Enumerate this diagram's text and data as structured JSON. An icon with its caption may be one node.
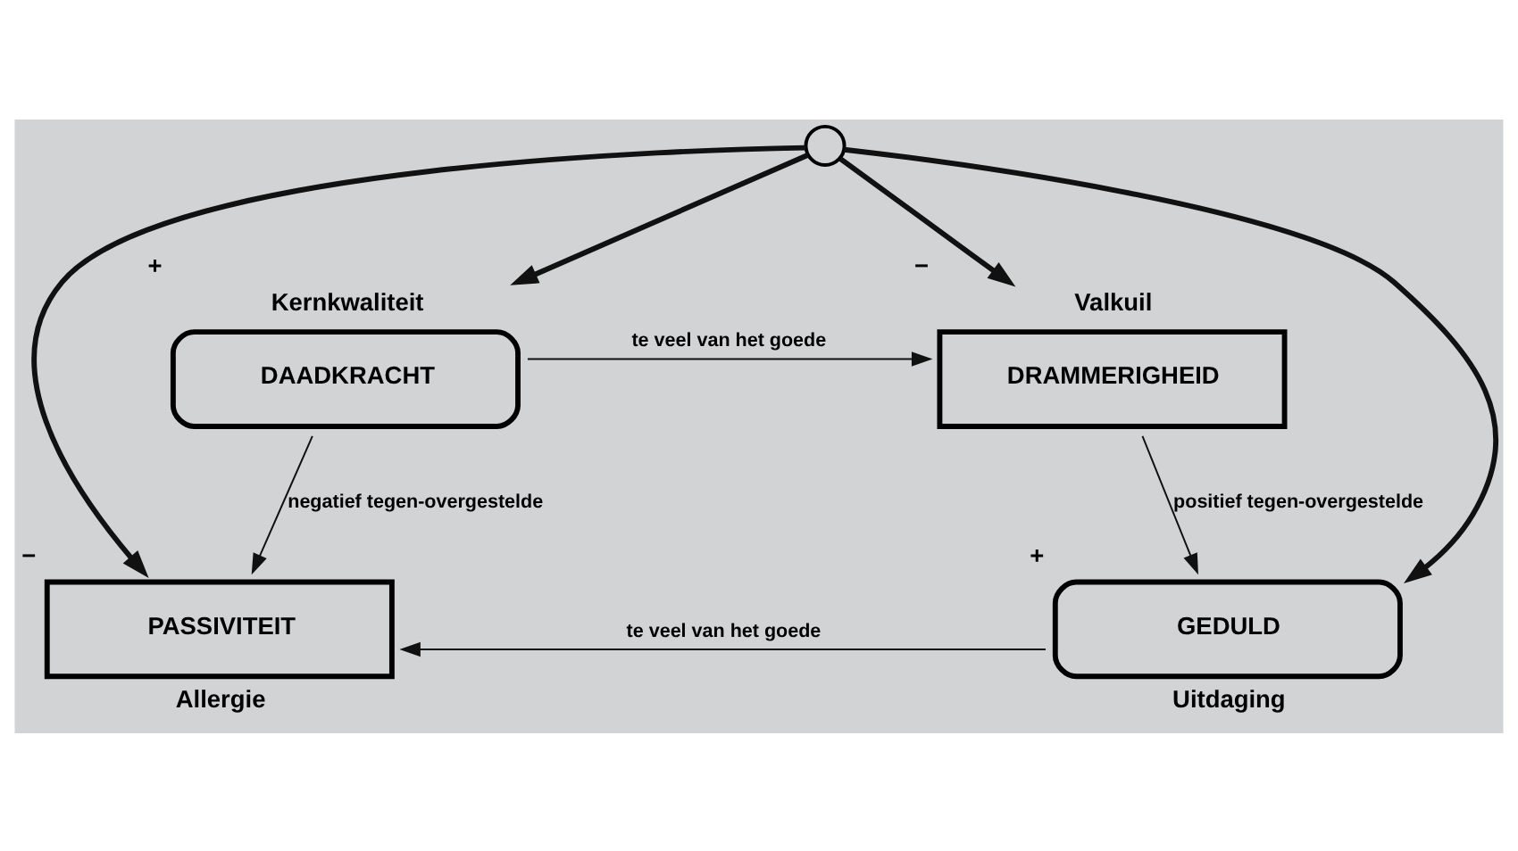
{
  "diagram": {
    "nodes": [
      {
        "text": [
          "Kernkwaliteit",
          "DAADKRACHT"
        ],
        "beside": [
          "+"
        ]
      },
      {
        "text": [
          "Valkuil",
          "DRAMMERIGHEID"
        ],
        "beside": [
          "−"
        ]
      },
      {
        "text": [],
        "shape": "circle"
      },
      {
        "text": [
          "PASSIVITEIT",
          "Allergie"
        ],
        "beside": [
          "−"
        ]
      },
      {
        "text": [
          "GEDULD",
          "Uitdaging"
        ],
        "beside": [
          "+"
        ]
      }
    ],
    "edges": [
      {
        "from": 0,
        "to": 1,
        "arrow": "to",
        "label": "te veel van het goede"
      },
      {
        "from": 0,
        "to": 3,
        "arrow": "to",
        "label": "negatief tegen-overgestelde"
      },
      {
        "from": 1,
        "to": 4,
        "arrow": "to",
        "label": "positief tegen-overgestelde"
      },
      {
        "from": 2,
        "to": 0,
        "arrow": "to",
        "style": "thick"
      },
      {
        "from": 2,
        "to": 1,
        "arrow": "to",
        "style": "thick"
      },
      {
        "from": 2,
        "to": 3,
        "arrow": "to",
        "style": "thick"
      },
      {
        "from": 2,
        "to": 4,
        "arrow": "to",
        "style": "thick"
      },
      {
        "from": 4,
        "to": 3,
        "arrow": "to",
        "label": "te veel van het goede"
      }
    ]
  }
}
